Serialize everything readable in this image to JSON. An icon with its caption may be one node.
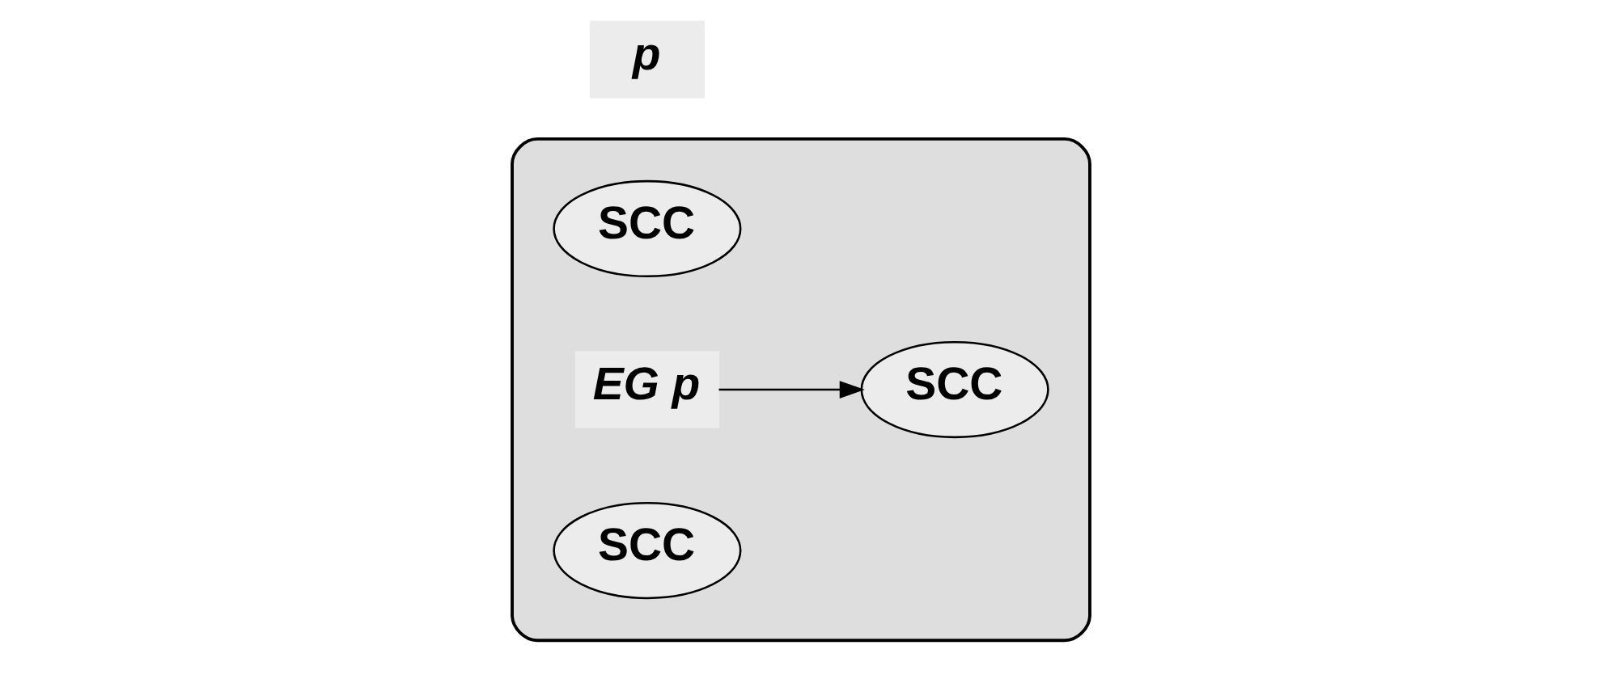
{
  "diagram": {
    "nodes": [
      {
        "text": [],
        "shape": "ellipse"
      },
      {
        "text": [
          "SCC"
        ],
        "in": 0
      },
      {
        "text": [
          "EG p"
        ],
        "in": 0
      },
      {
        "text": [
          "SCC"
        ],
        "in": 0
      },
      {
        "text": [
          "SCC"
        ],
        "in": 0
      }
    ],
    "edges": [
      {
        "from": 2,
        "to": 4,
        "arrow": "to"
      }
    ],
    "labels": [
      "p"
    ]
  }
}
